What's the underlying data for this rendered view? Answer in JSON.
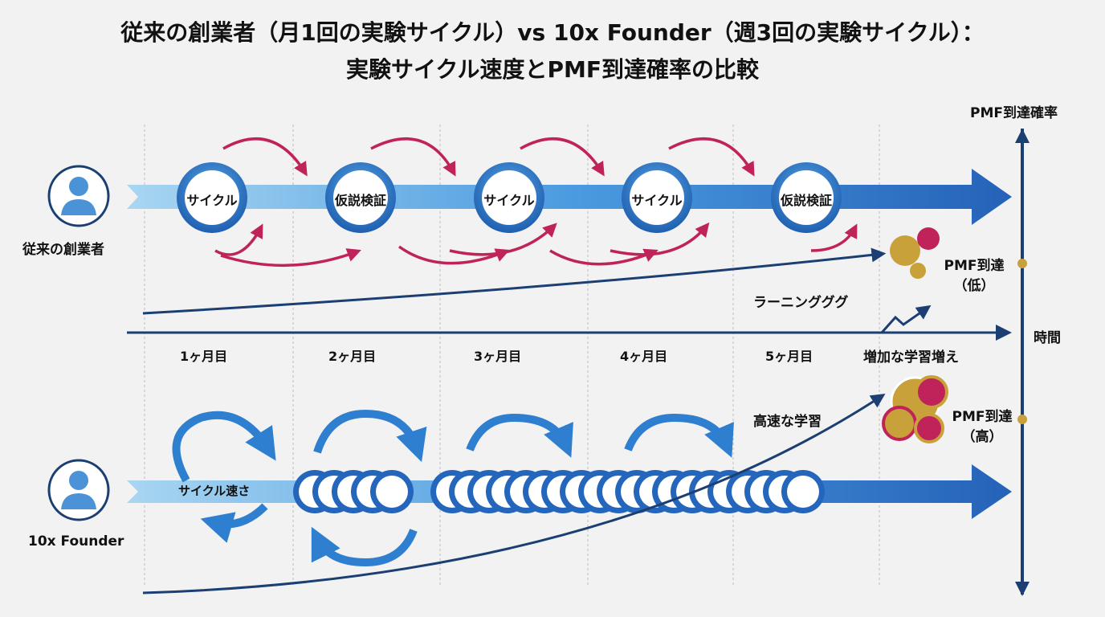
{
  "title": {
    "line1": "従来の創業者（月1回の実験サイクル）vs 10x Founder（週3回の実験サイクル）：",
    "line2": "実験サイクル速度とPMF到達確率の比較"
  },
  "axes": {
    "y_label": "PMF到達確率",
    "x_label": "時間",
    "months": [
      "1ヶ月目",
      "2ヶ月目",
      "3ヶ月目",
      "4ヶ月目",
      "5ヶ月目"
    ]
  },
  "traditional": {
    "label": "従来の創業者",
    "nodes": [
      "サイクル",
      "仮説検証",
      "サイクル",
      "サイクル",
      "仮説検証"
    ],
    "learning_label": "ラーニングググ",
    "outcome_line1": "PMF到達",
    "outcome_line2": "（低）"
  },
  "founder10x": {
    "label": "10x Founder",
    "speed_label": "サイクル速さ",
    "learning_label": "高速な学習",
    "growth_label": "増加な学習増え",
    "outcome_line1": "PMF到達",
    "outcome_line2": "（高）"
  },
  "colors": {
    "navy": "#1c3f73",
    "blue": "#2f7fd1",
    "light_blue": "#9fd0f0",
    "crimson": "#c0225a",
    "gold": "#c9a13a"
  }
}
